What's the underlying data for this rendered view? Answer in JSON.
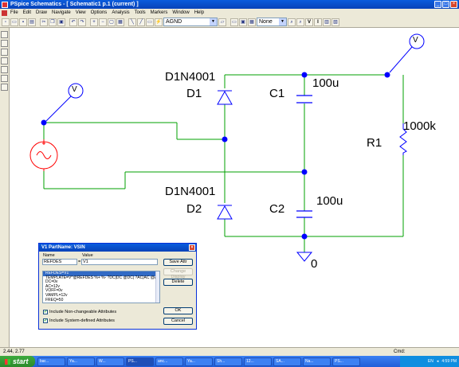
{
  "window": {
    "title": "PSpice Schematics - [ Schematic1  p.1  (current) ]",
    "minimize": "_",
    "maximize": "□",
    "close": "×"
  },
  "menu": [
    "File",
    "Edit",
    "Draw",
    "Navigate",
    "View",
    "Options",
    "Analysis",
    "Tools",
    "Markers",
    "Window",
    "Help"
  ],
  "toolbar": {
    "part_combo": "AGND",
    "style_combo": "None",
    "buttons": [
      "new",
      "open",
      "save",
      "print",
      "cut",
      "copy",
      "paste",
      "undo",
      "redo",
      "zoom-in",
      "zoom-out",
      "zoom-area",
      "zoom-fit",
      "draw-wire",
      "draw-bus",
      "draw-block",
      "get-part"
    ],
    "v_label": "V",
    "i_label": "I"
  },
  "schematic": {
    "labels": {
      "d1_model": "D1N4001",
      "d1": "D1",
      "d2_model": "D1N4001",
      "d2": "D2",
      "c1": "C1",
      "c1_value": "100u",
      "c2": "C2",
      "c2_value": "100u",
      "r1": "R1",
      "r1_value": "1000k",
      "ground": "0",
      "probe_left": "V",
      "probe_right": "V"
    },
    "colors": {
      "wire": "#00a000",
      "part": "#0000ff",
      "junction": "#0000ff",
      "source": "#ff0000",
      "probe": "#0000ff"
    }
  },
  "dialog": {
    "title": "V1   PartName: VSIN",
    "name_label": "Name",
    "value_label": "Value",
    "name_value": "REFDES",
    "value_value": "V1",
    "equals": "=",
    "attributes": [
      "REFDES=V1",
      "TEMPLATE=V^@REFDES %+ %- ?DC|DC @DC| ?AC|AC @AC|",
      "DC=0v",
      "AC=12v",
      "VOFF=0v",
      "VAMPL=12v",
      "FREQ=50"
    ],
    "save_attr": "Save Attr",
    "change_display": "Change Display",
    "delete": "Delete",
    "chk_nonchangeable": "Include Non-changeable Attributes",
    "chk_system": "Include System-defined Attributes",
    "ok": "OK",
    "cancel": "Cancel"
  },
  "status": {
    "coords": "2.44, 2.77",
    "cmd": "Cmd:"
  },
  "taskbar": {
    "start": "start",
    "tasks": [
      "bar...",
      "Ya...",
      "W...",
      "PS...",
      "anc...",
      "Ya...",
      "Sh...",
      "12...",
      "SA...",
      "Na...",
      "PS..."
    ],
    "lang": "EN",
    "clock": "4:59 PM"
  }
}
